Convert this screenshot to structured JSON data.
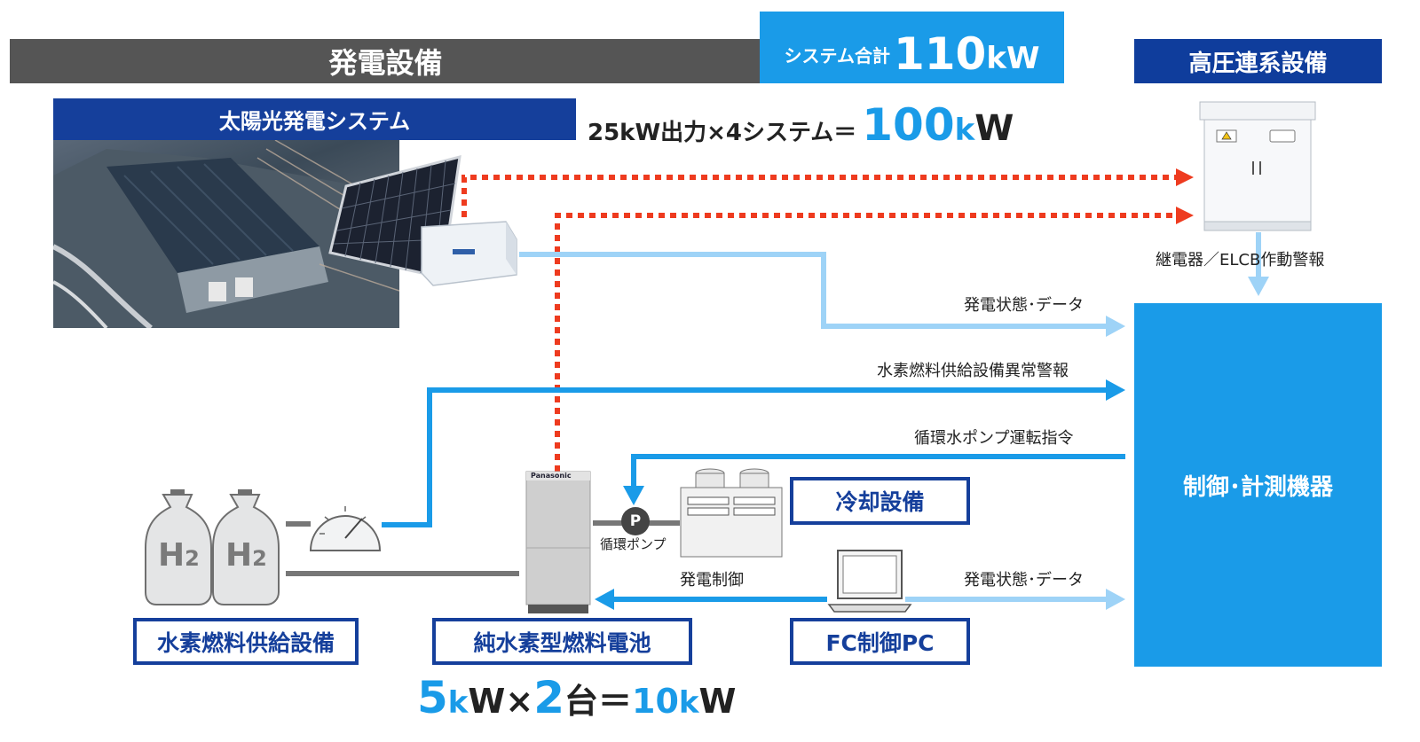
{
  "header": {
    "generation": "発電設備",
    "system_total_label": "システム合計",
    "system_total_value": "110",
    "system_total_unit": "kW",
    "high_voltage": "高圧連系設備"
  },
  "solar": {
    "title": "太陽光発電システム",
    "formula_prefix": "25kW出力×4システム＝",
    "formula_value": "100",
    "formula_k": "k",
    "formula_w": "W"
  },
  "relay_alarm": "継電器／ELCB作動警報",
  "control": "制御･計測機器",
  "signals": {
    "gen_status_top": "発電状態･データ",
    "h2_alarm": "水素燃料供給設備異常警報",
    "pump_command": "循環水ポンプ運転指令",
    "gen_control": "発電制御",
    "gen_status_bottom": "発電状態･データ"
  },
  "pump": {
    "symbol": "P",
    "label": "循環ポンプ"
  },
  "h2": {
    "tank_label": "H",
    "tank_sub": "2",
    "box": "水素燃料供給設備"
  },
  "fuel_cell": {
    "box": "純水素型燃料電池",
    "brand": "Panasonic"
  },
  "cooling": "冷却設備",
  "fc_pc": "FC制御PC",
  "fc_formula": {
    "n1": "5",
    "k1": "k",
    "w1": "W×",
    "n2": "2",
    "mid": "台＝",
    "n3": "10",
    "k2": "k",
    "w2": "W"
  },
  "colors": {
    "accent_blue": "#1a9be8",
    "navy": "#153f9b",
    "light_blue": "#9ed3f7",
    "dashed_red": "#ee3b1f",
    "gray_bar": "#555555"
  }
}
